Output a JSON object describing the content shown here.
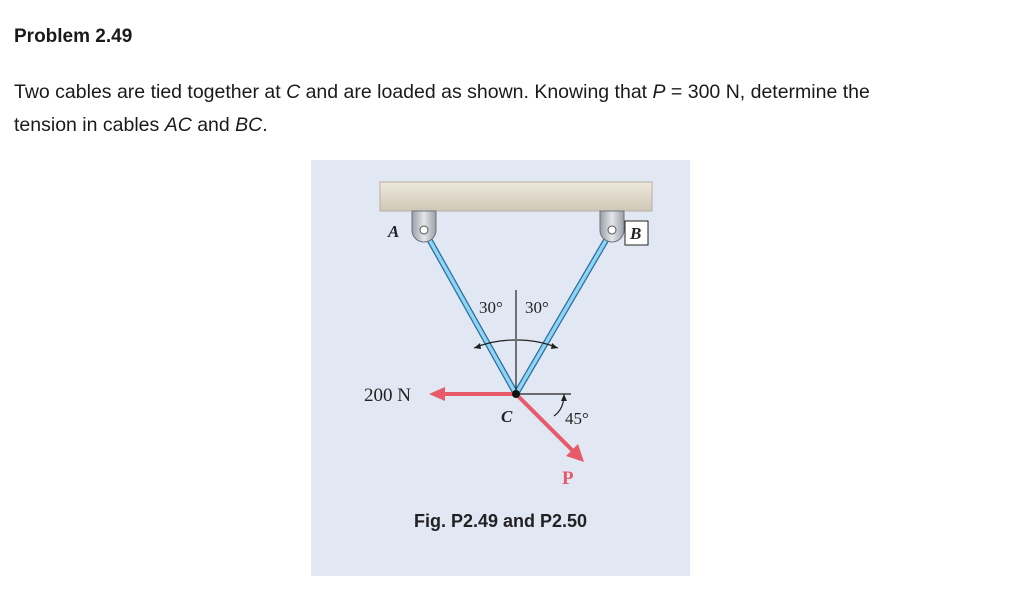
{
  "title": "Problem 2.49",
  "problem": {
    "part1": "Two cables are tied together at ",
    "C": "C",
    "part2": " and are loaded as shown. Knowing that ",
    "P": "P",
    "part3": " = 300 N, determine the",
    "part4": "tension in cables ",
    "AC": "AC",
    "part5": " and ",
    "BC": "BC",
    "part6": "."
  },
  "figure": {
    "label_A": "A",
    "label_B": "B",
    "label_C": "C",
    "label_P": "P",
    "angle_left": "30°",
    "angle_right": "30°",
    "angle_P": "45°",
    "force_label": "200 N",
    "caption": "Fig. P2.49 and P2.50",
    "colors": {
      "background": "#e2e7f4",
      "cable": "#5ab8e6",
      "force_arrow": "#e65a6a",
      "ceiling": "#d8d2c4"
    }
  }
}
